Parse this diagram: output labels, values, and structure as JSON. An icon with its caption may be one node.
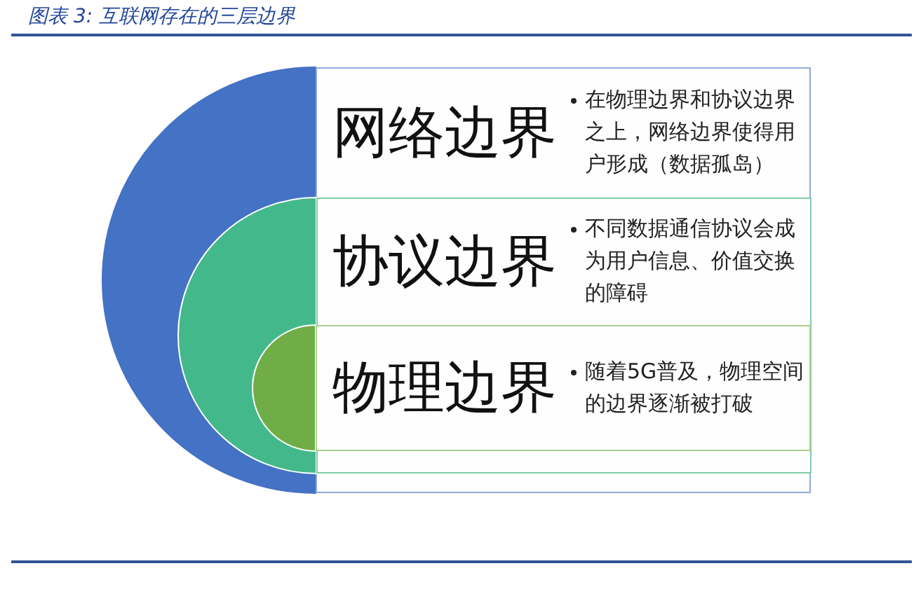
{
  "diagram": {
    "title": "图表 3: 互联网存在的三层边界",
    "nodes": [
      {
        "text": [
          "网络边界",
          "在物理边界和协议边界之上，网络边界使得用户形成（数据孤岛）"
        ]
      },
      {
        "text": [
          "协议边界",
          "不同数据通信协议会成为用户信息、价值交换的障碍"
        ],
        "in": 0
      },
      {
        "text": [
          "物理边界",
          "随着5G普及，物理空间的边界逐渐被打破"
        ],
        "in": 1
      }
    ]
  }
}
